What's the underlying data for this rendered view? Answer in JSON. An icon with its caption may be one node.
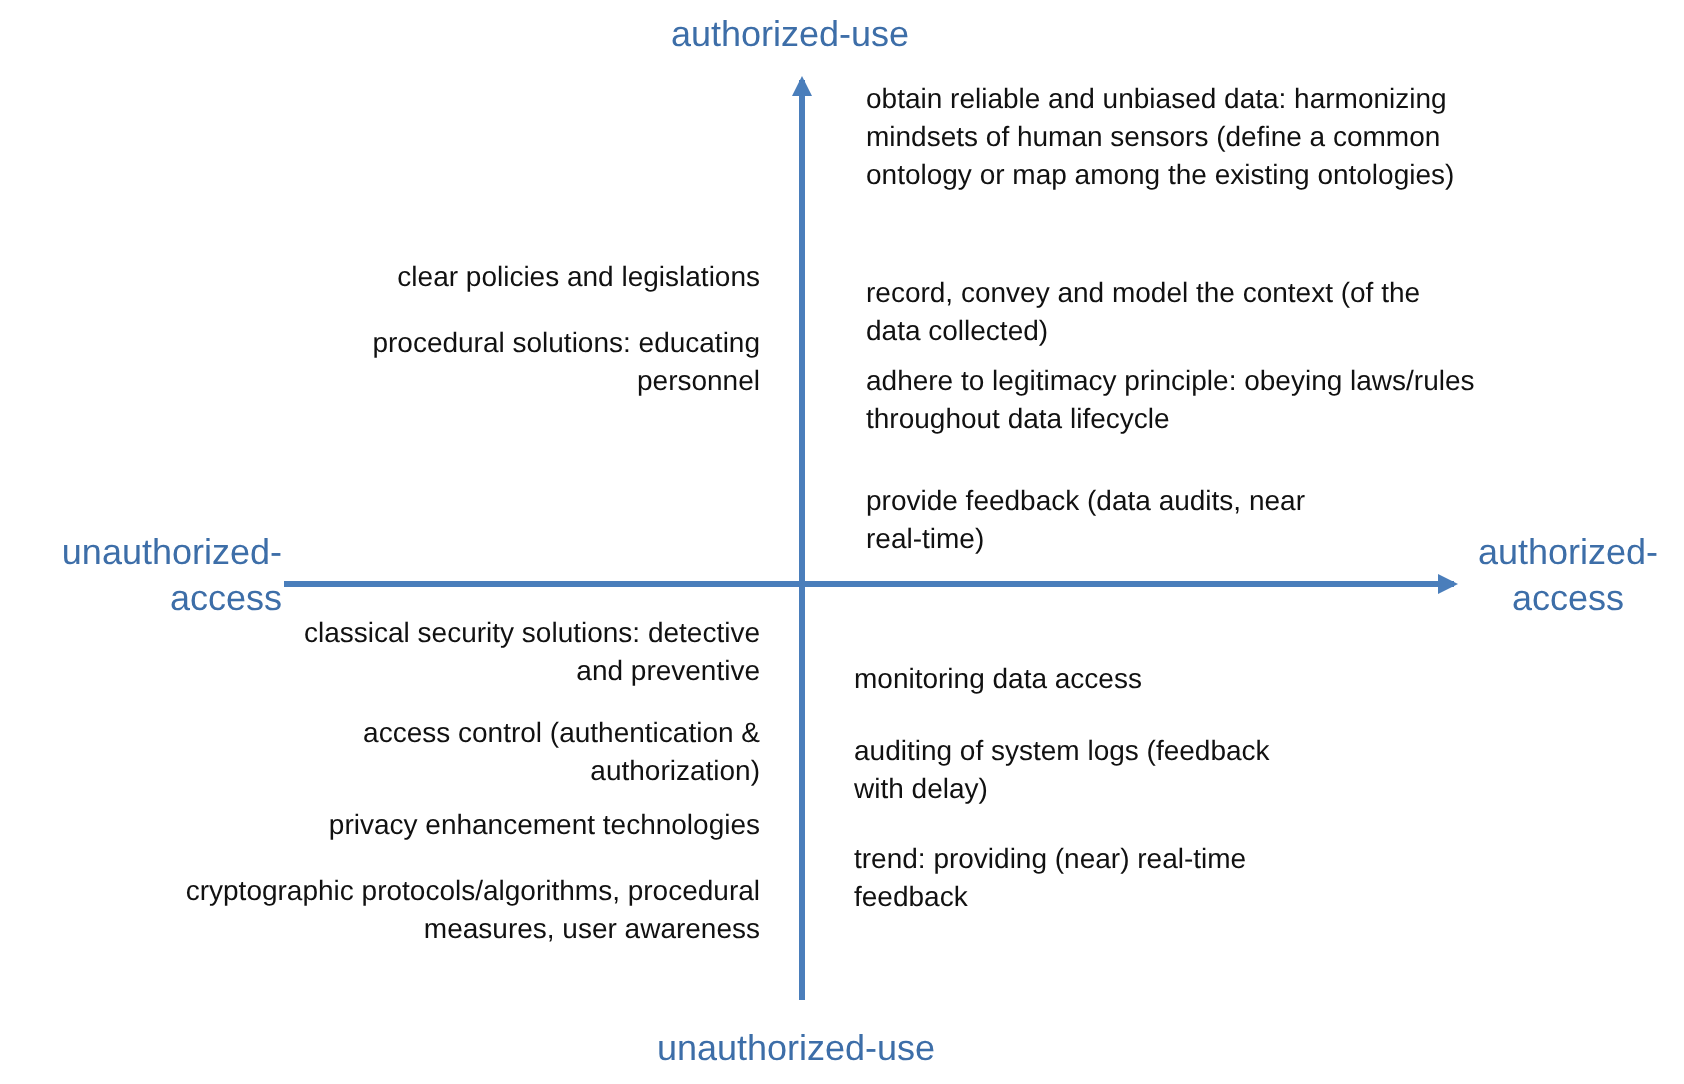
{
  "diagram": {
    "labels": [
      "authorized-use",
      "obtain reliable and unbiased data: harmonizing mindsets of human sensors (define a common ontology or map among the existing ontologies)",
      "clear policies and legislations",
      "procedural solutions: educating personnel",
      "record, convey and model the context (of the data collected)",
      "adhere to legitimacy principle: obeying laws/rules throughout data lifecycle",
      "provide feedback (data audits, near real-time)",
      "unauthorized-access",
      "authorized-access",
      "classical security solutions: detective and preventive",
      "monitoring data access",
      "access control (authentication & authorization)",
      "auditing of system logs (feedback with delay)",
      "privacy enhancement technologies",
      "trend: providing (near) real-time feedback",
      "cryptographic protocols/algorithms, procedural measures, user awareness",
      "unauthorized-use"
    ]
  }
}
